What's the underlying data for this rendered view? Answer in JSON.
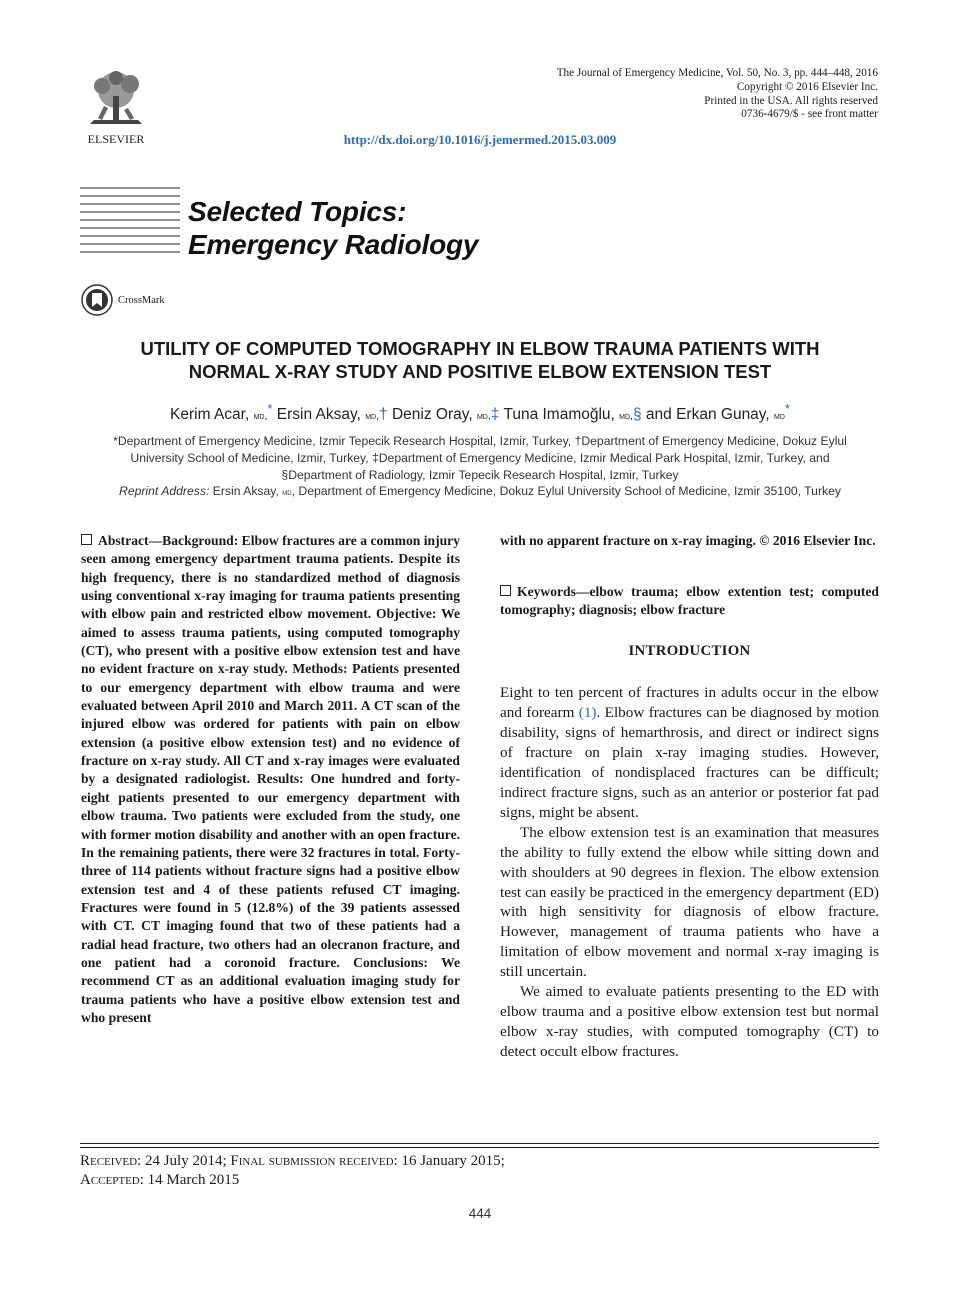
{
  "header": {
    "publisher_logo_text": "ELSEVIER",
    "journal_line": "The Journal of Emergency Medicine, Vol. 50, No. 3, pp. 444–448, 2016",
    "copyright_line": "Copyright © 2016 Elsevier Inc.",
    "printed_line": "Printed in the USA. All rights reserved",
    "issn_line": "0736-4679/$ - see front matter",
    "doi": "http://dx.doi.org/10.1016/j.jemermed.2015.03.009"
  },
  "section": {
    "line1": "Selected Topics:",
    "line2": "Emergency Radiology"
  },
  "crossmark_label": "CrossMark",
  "article": {
    "title_line1": "UTILITY OF COMPUTED TOMOGRAPHY IN ELBOW TRAUMA PATIENTS WITH",
    "title_line2": "NORMAL X-RAY STUDY AND POSITIVE ELBOW EXTENSION TEST"
  },
  "authors": [
    {
      "name": "Kerim Acar,",
      "degree": "md,",
      "mark": "*"
    },
    {
      "name": "Ersin Aksay,",
      "degree": "md,",
      "mark": "†"
    },
    {
      "name": "Deniz Oray,",
      "degree": "md,",
      "mark": "‡"
    },
    {
      "name": "Tuna Imamoğlu,",
      "degree": "md,",
      "mark": "§"
    },
    {
      "name": "and Erkan Gunay,",
      "degree": "md",
      "mark": "*"
    }
  ],
  "affiliations": {
    "line1": "*Department of Emergency Medicine, Izmir Tepecik Research Hospital, Izmir, Turkey, †Department of Emergency Medicine, Dokuz Eylul",
    "line2": "University School of Medicine, Izmir, Turkey, ‡Department of Emergency Medicine, Izmir Medical Park Hospital, Izmir, Turkey, and",
    "line3": "§Department of Radiology, Izmir Tepecik Research Hospital, Izmir, Turkey"
  },
  "reprint": {
    "label": "Reprint Address:",
    "name": "Ersin Aksay,",
    "degree": "md",
    "rest": ", Department of Emergency Medicine, Dokuz Eylul University School of Medicine, Izmir 35100, Turkey"
  },
  "abstract": {
    "text": "Abstract—Background: Elbow fractures are a common injury seen among emergency department trauma patients. Despite its high frequency, there is no standardized method of diagnosis using conventional x-ray imaging for trauma patients presenting with elbow pain and restricted elbow movement. Objective: We aimed to assess trauma patients, using computed tomography (CT), who present with a positive elbow extension test and have no evident fracture on x-ray study. Methods: Patients presented to our emergency department with elbow trauma and were evaluated between April 2010 and March 2011. A CT scan of the injured elbow was ordered for patients with pain on elbow extension (a positive elbow extension test) and no evidence of fracture on x-ray study. All CT and x-ray images were evaluated by a designated radiologist. Results: One hundred and forty-eight patients presented to our emergency department with elbow trauma. Two patients were excluded from the study, one with former motion disability and another with an open fracture. In the remaining patients, there were 32 fractures in total. Forty-three of 114 patients without fracture signs had a positive elbow extension test and 4 of these patients refused CT imaging. Fractures were found in 5 (12.8%) of the 39 patients assessed with CT. CT imaging found that two of these patients had a radial head fracture, two others had an olecranon fracture, and one patient had a coronoid fracture. Conclusions: We recommend CT as an additional evaluation imaging study for trauma patients who have a positive elbow extension test and who present",
    "continuation": "with no apparent fracture on x-ray imaging. © 2016 Elsevier Inc."
  },
  "keywords": "Keywords—elbow trauma; elbow extention test; computed tomography; diagnosis; elbow fracture",
  "introduction": {
    "heading": "INTRODUCTION",
    "p1_before_ref": "Eight to ten percent of fractures in adults occur in the elbow and forearm ",
    "p1_ref": "(1)",
    "p1_after_ref": ". Elbow fractures can be diagnosed by motion disability, signs of hemarthrosis, and direct or indirect signs of fracture on plain x-ray imaging studies. However, identification of nondisplaced fractures can be difficult; indirect fracture signs, such as an anterior or posterior fat pad signs, might be absent.",
    "p2": "The elbow extension test is an examination that measures the ability to fully extend the elbow while sitting down and with shoulders at 90 degrees in flexion. The elbow extension test can easily be practiced in the emergency department (ED) with high sensitivity for diagnosis of elbow fracture. However, management of trauma patients who have a limitation of elbow movement and normal x-ray imaging is still uncertain.",
    "p3": "We aimed to evaluate patients presenting to the ED with elbow trauma and a positive elbow extension test but normal elbow x-ray studies, with computed tomography (CT) to detect occult elbow fractures."
  },
  "dates": {
    "received_label": "Received:",
    "received": "24 July 2014;",
    "final_label": "Final submission received:",
    "final": "16 January 2015;",
    "accepted_label": "Accepted:",
    "accepted": "14 March 2015"
  },
  "page_number": "444"
}
